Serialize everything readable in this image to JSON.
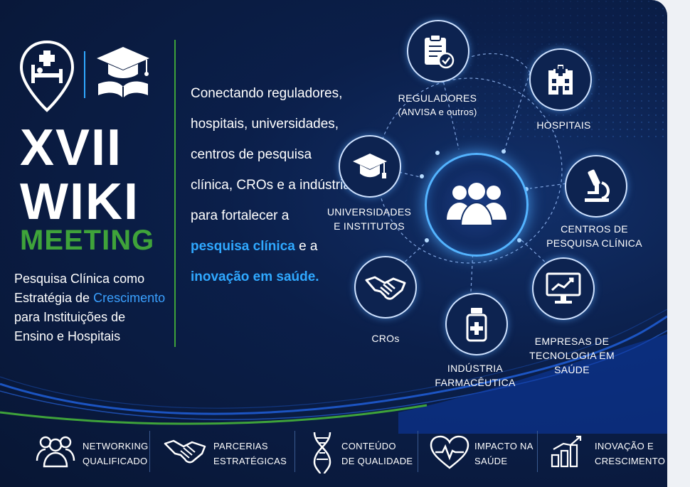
{
  "brand": {
    "line1": "XVII",
    "line2": "WIKI",
    "line3": "MEETING",
    "subtitle_1": "Pesquisa Clínica como",
    "subtitle_2a": "Estratégia de ",
    "subtitle_2b": "Crescimento",
    "subtitle_3": "para Instituições de",
    "subtitle_4": "Ensino e Hospitais"
  },
  "tagline": {
    "l1": "Conectando reguladores,",
    "l2": "hospitais, universidades,",
    "l3": "centros de pesquisa",
    "l4": "clínica, CROs e a indústria",
    "l5": "para fortalecer a",
    "l6a": "pesquisa clínica",
    "l6b": " e a",
    "l7": "inovação em saúde."
  },
  "nodes": {
    "reguladores_1": "REGULADORES",
    "reguladores_2": "(ANVISA e outros)",
    "hospitais": "HOSPITAIS",
    "universidades_1": "UNIVERSIDADES",
    "universidades_2": "E INSTITUTOS",
    "centros_1": "CENTROS DE",
    "centros_2": "PESQUISA CLÍNICA",
    "cros": "CROs",
    "industria_1": "INDÚSTRIA",
    "industria_2": "FARMACÊUTICA",
    "empresas_1": "EMPRESAS DE",
    "empresas_2": "TECNOLOGIA EM SAÚDE"
  },
  "features": [
    {
      "l1": "NETWORKING",
      "l2": "QUALIFICADO"
    },
    {
      "l1": "PARCERIAS",
      "l2": "ESTRATÉGICAS"
    },
    {
      "l1": "CONTEÚDO",
      "l2": "DE QUALIDADE"
    },
    {
      "l1": "IMPACTO NA",
      "l2": "SAÚDE"
    },
    {
      "l1": "INOVAÇÃO E",
      "l2": "CRESCIMENTO"
    }
  ],
  "colors": {
    "background": "#0a1a3c",
    "green": "#3fa33a",
    "blue": "#2fa8ff"
  }
}
